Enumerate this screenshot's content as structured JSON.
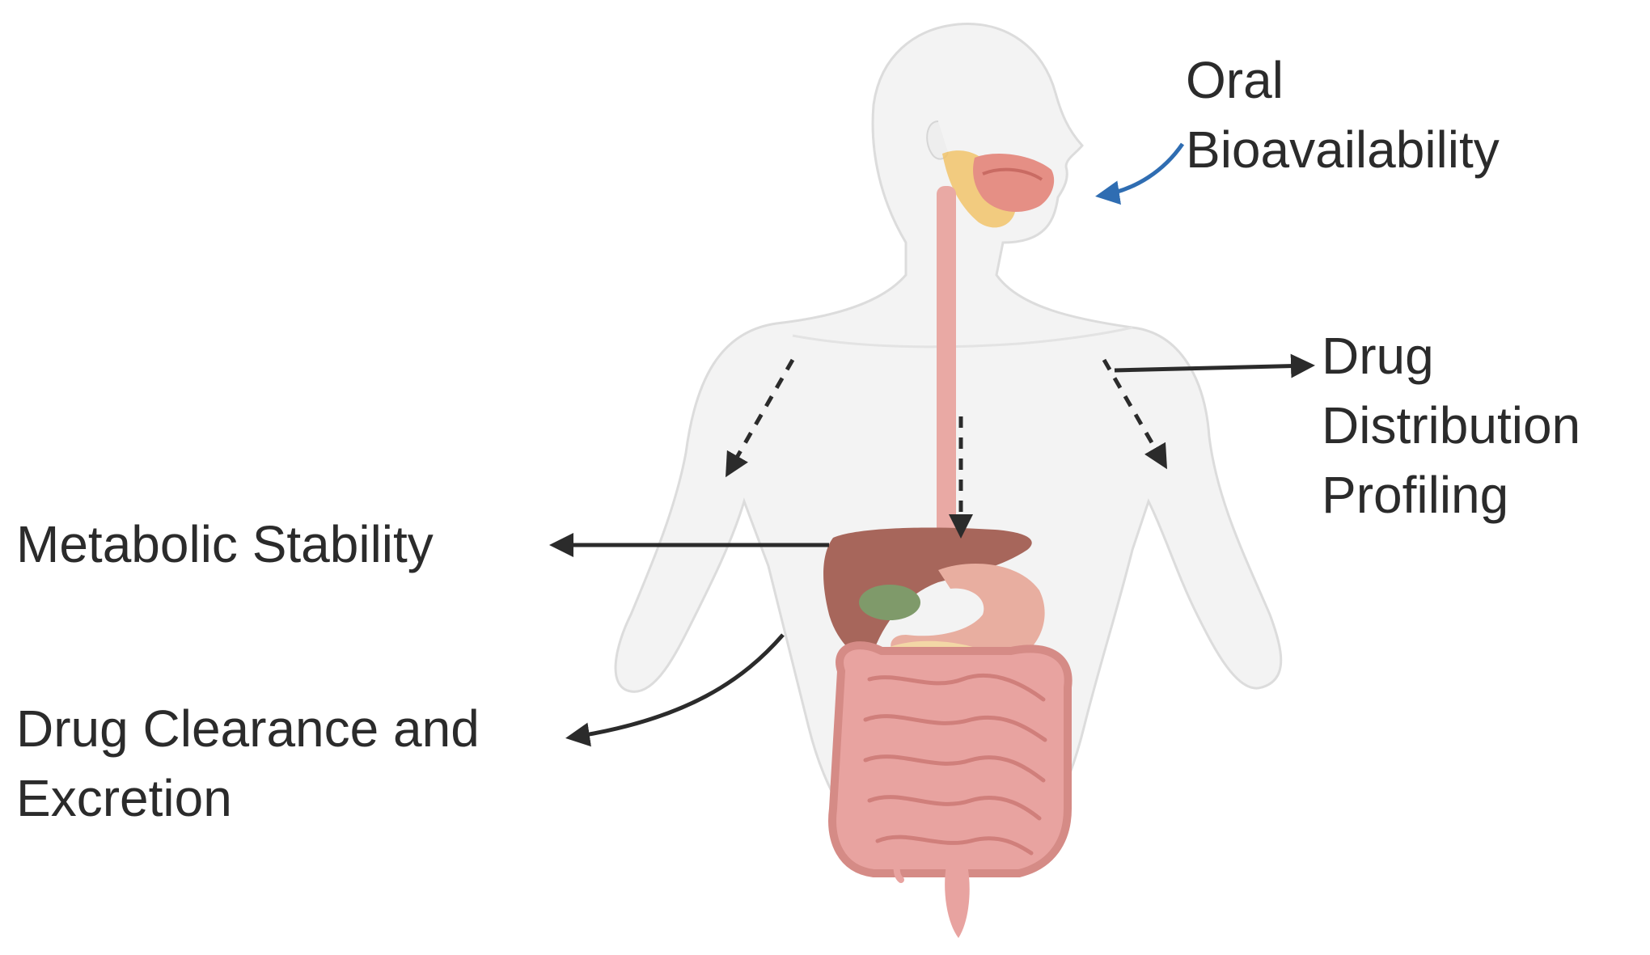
{
  "labels": {
    "oral": [
      "Oral",
      "Bioavailability"
    ],
    "distribution": [
      "Drug",
      "Distribution",
      "Profiling"
    ],
    "metabolic": [
      "Metabolic Stability"
    ],
    "clearance": [
      "Drug Clearance and",
      "Excretion"
    ]
  },
  "colors": {
    "body_fill": "#f3f3f3",
    "body_outline": "#dcdcdc",
    "esophagus": "#e9a9a4",
    "liver": "#a7665b",
    "stomach": "#e8aea0",
    "intestine": "#e8a3a0",
    "gallbladder": "#7f9a6a",
    "salivary": "#f1c36a",
    "oral_arrow": "#2f6db2",
    "arrow": "#2b2b2b"
  },
  "icons": {
    "human_body": "human-body-illustration",
    "digestive_tract": "digestive-system-illustration"
  }
}
